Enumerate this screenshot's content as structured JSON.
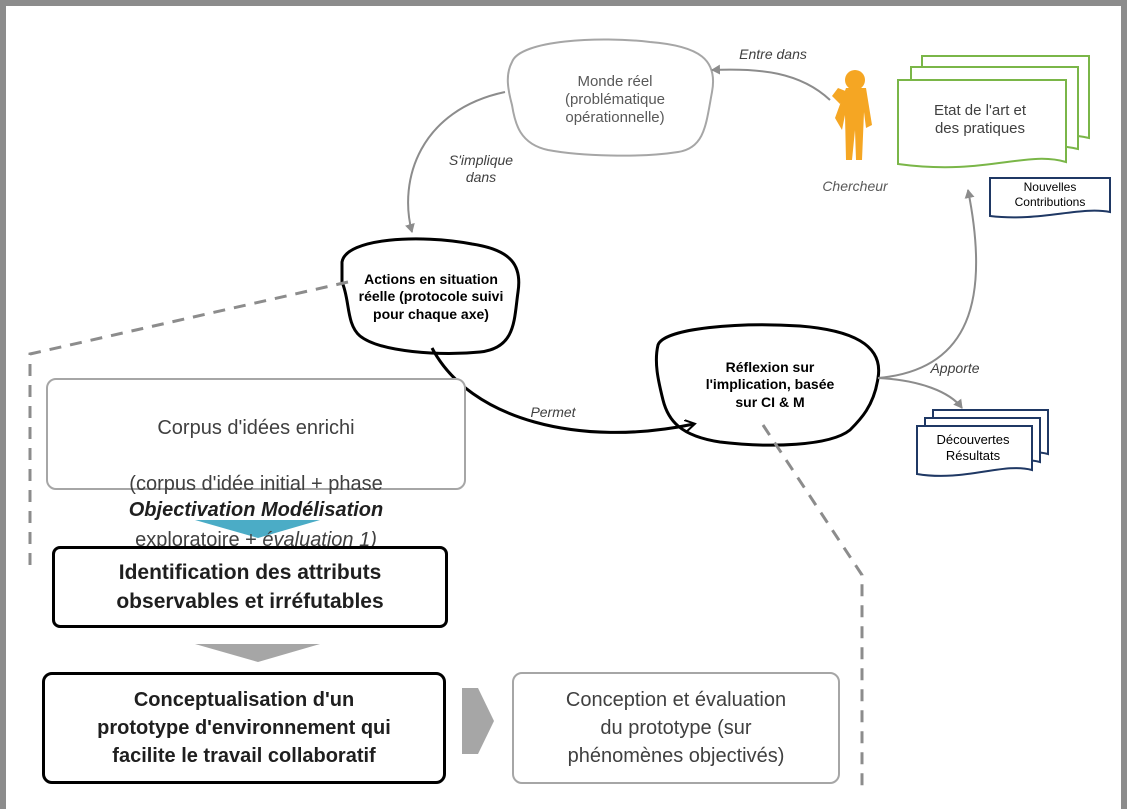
{
  "nodes": {
    "monde_reel": "Monde réel\n(problématique\nopérationnelle)",
    "actions": "Actions en situation\nréelle (protocole suivi\npour chaque axe)",
    "reflexion": "Réflexion sur\nl'implication, basée\nsur CI & M",
    "chercheur": "Chercheur",
    "etat_art": "Etat de l'art et\ndes pratiques",
    "nouvelles": "Nouvelles\nContributions",
    "decouvertes": "Découvertes\nRésultats"
  },
  "edges": {
    "entre_dans": "Entre dans",
    "s_implique": "S'implique\ndans",
    "permet": "Permet",
    "apporte": "Apporte"
  },
  "process": {
    "corpus_line1": "Corpus d'idées enrichi",
    "corpus_line2": "(corpus d'idée initial + phase",
    "corpus_line3a": "exploratoire + ",
    "corpus_line3b": "évaluation 1)",
    "objectivation": "Objectivation Modélisation",
    "identification": "Identification des attributs\nobservables et irréfutables",
    "conceptualisation": "Conceptualisation d'un\nprototype d'environnement qui\nfacilite le travail collaboratif",
    "conception": "Conception et évaluation\ndu prototype (sur\nphénomènes objectivés)"
  },
  "colors": {
    "frame": "#8c8c8c",
    "green": "#7ab648",
    "navy": "#1f3864",
    "orange": "#f5a623",
    "teal": "#4bacc6",
    "gray_arrow": "#a6a6a6"
  }
}
